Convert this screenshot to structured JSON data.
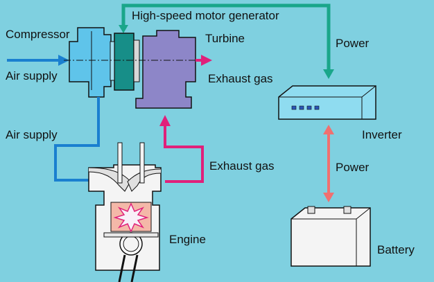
{
  "diagram": {
    "labels": {
      "compressor": "Compressor",
      "motor_generator": "High-speed motor generator",
      "turbine": "Turbine",
      "power_top": "Power",
      "air_supply_in": "Air supply",
      "exhaust_out": "Exhaust gas",
      "inverter": "Inverter",
      "air_supply_side": "Air supply",
      "exhaust_side": "Exhaust gas",
      "power_bottom": "Power",
      "engine": "Engine",
      "battery": "Battery"
    },
    "colors": {
      "background": "#7fd0e0",
      "air_flow": "#1a7fd0",
      "exhaust_flow": "#e0207a",
      "power_flow": "#1aa68a",
      "power_bidirectional": "#f07070",
      "compressor": "#5fc4ea",
      "motor_generator": "#178e88",
      "turbine": "#8d86c8",
      "inverter": "#8fdcf0",
      "engine": "#f4f4f4",
      "battery": "#f4f4f4"
    }
  }
}
